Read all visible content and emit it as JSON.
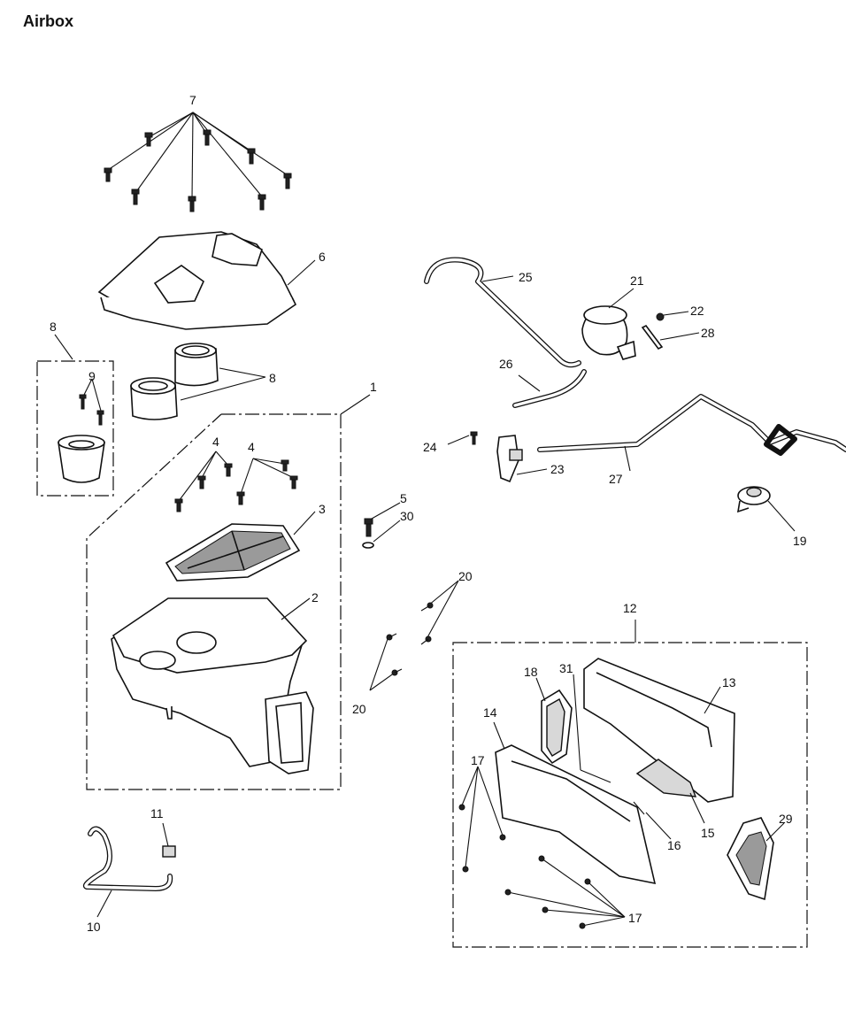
{
  "title": "Airbox",
  "callouts": {
    "c1": "1",
    "c2": "2",
    "c3": "3",
    "c4a": "4",
    "c4b": "4",
    "c5": "5",
    "c6": "6",
    "c7": "7",
    "c8a": "8",
    "c8b": "8",
    "c9": "9",
    "c10": "10",
    "c11": "11",
    "c12": "12",
    "c13": "13",
    "c14": "14",
    "c15": "15",
    "c16": "16",
    "c17a": "17",
    "c17b": "17",
    "c18": "18",
    "c19": "19",
    "c20a": "20",
    "c20b": "20",
    "c21": "21",
    "c22": "22",
    "c23": "23",
    "c24": "24",
    "c25": "25",
    "c26": "26",
    "c27": "27",
    "c28": "28",
    "c29": "29",
    "c30": "30",
    "c31": "31"
  }
}
